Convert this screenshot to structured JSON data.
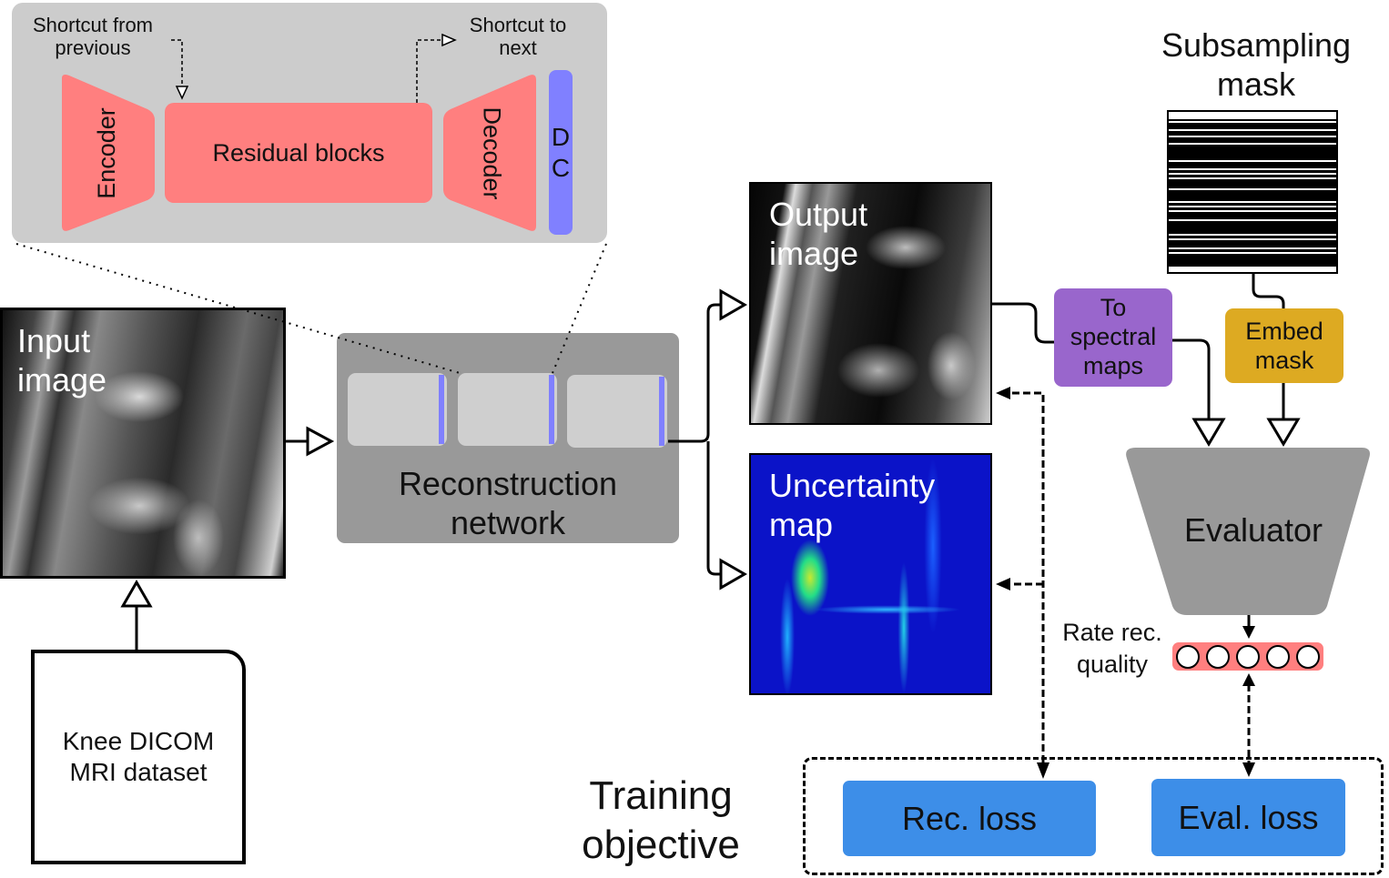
{
  "inset": {
    "shortcut_from_previous": "Shortcut from previous",
    "shortcut_to_next": "Shortcut to next",
    "encoder": "Encoder",
    "residual_blocks": "Residual blocks",
    "decoder": "Decoder",
    "dc_letters": [
      "D",
      "C"
    ]
  },
  "input_image": {
    "label_line1": "Input",
    "label_line2": "image"
  },
  "dataset": {
    "line1": "Knee DICOM",
    "line2": "MRI dataset"
  },
  "recon_network": {
    "line1": "Reconstruction",
    "line2": "network",
    "block_count": 3
  },
  "output_image": {
    "label_line1": "Output",
    "label_line2": "image"
  },
  "uncertainty_map": {
    "label_line1": "Uncertainty",
    "label_line2": "map"
  },
  "spectral": {
    "line1": "To",
    "line2": "spectral",
    "line3": "maps"
  },
  "subsampling_mask": {
    "line1": "Subsampling",
    "line2": "mask"
  },
  "embed_mask": {
    "line1": "Embed",
    "line2": "mask"
  },
  "evaluator": {
    "label": "Evaluator"
  },
  "rating": {
    "line1": "Rate rec.",
    "line2": "quality",
    "circle_count": 5
  },
  "training": {
    "line1": "Training",
    "line2": "objective",
    "rec_loss": "Rec. loss",
    "eval_loss": "Eval. loss"
  },
  "colors": {
    "inset_bg": "#cccccc",
    "block_red": "#ff7f7f",
    "dc_blue": "#8080ff",
    "recon_bg": "#999999",
    "recon_block": "#cfcfcf",
    "purple": "#9966cc",
    "gold": "#ddaa22",
    "evaluator": "#999999",
    "loss_blue": "#3d8ee8"
  }
}
